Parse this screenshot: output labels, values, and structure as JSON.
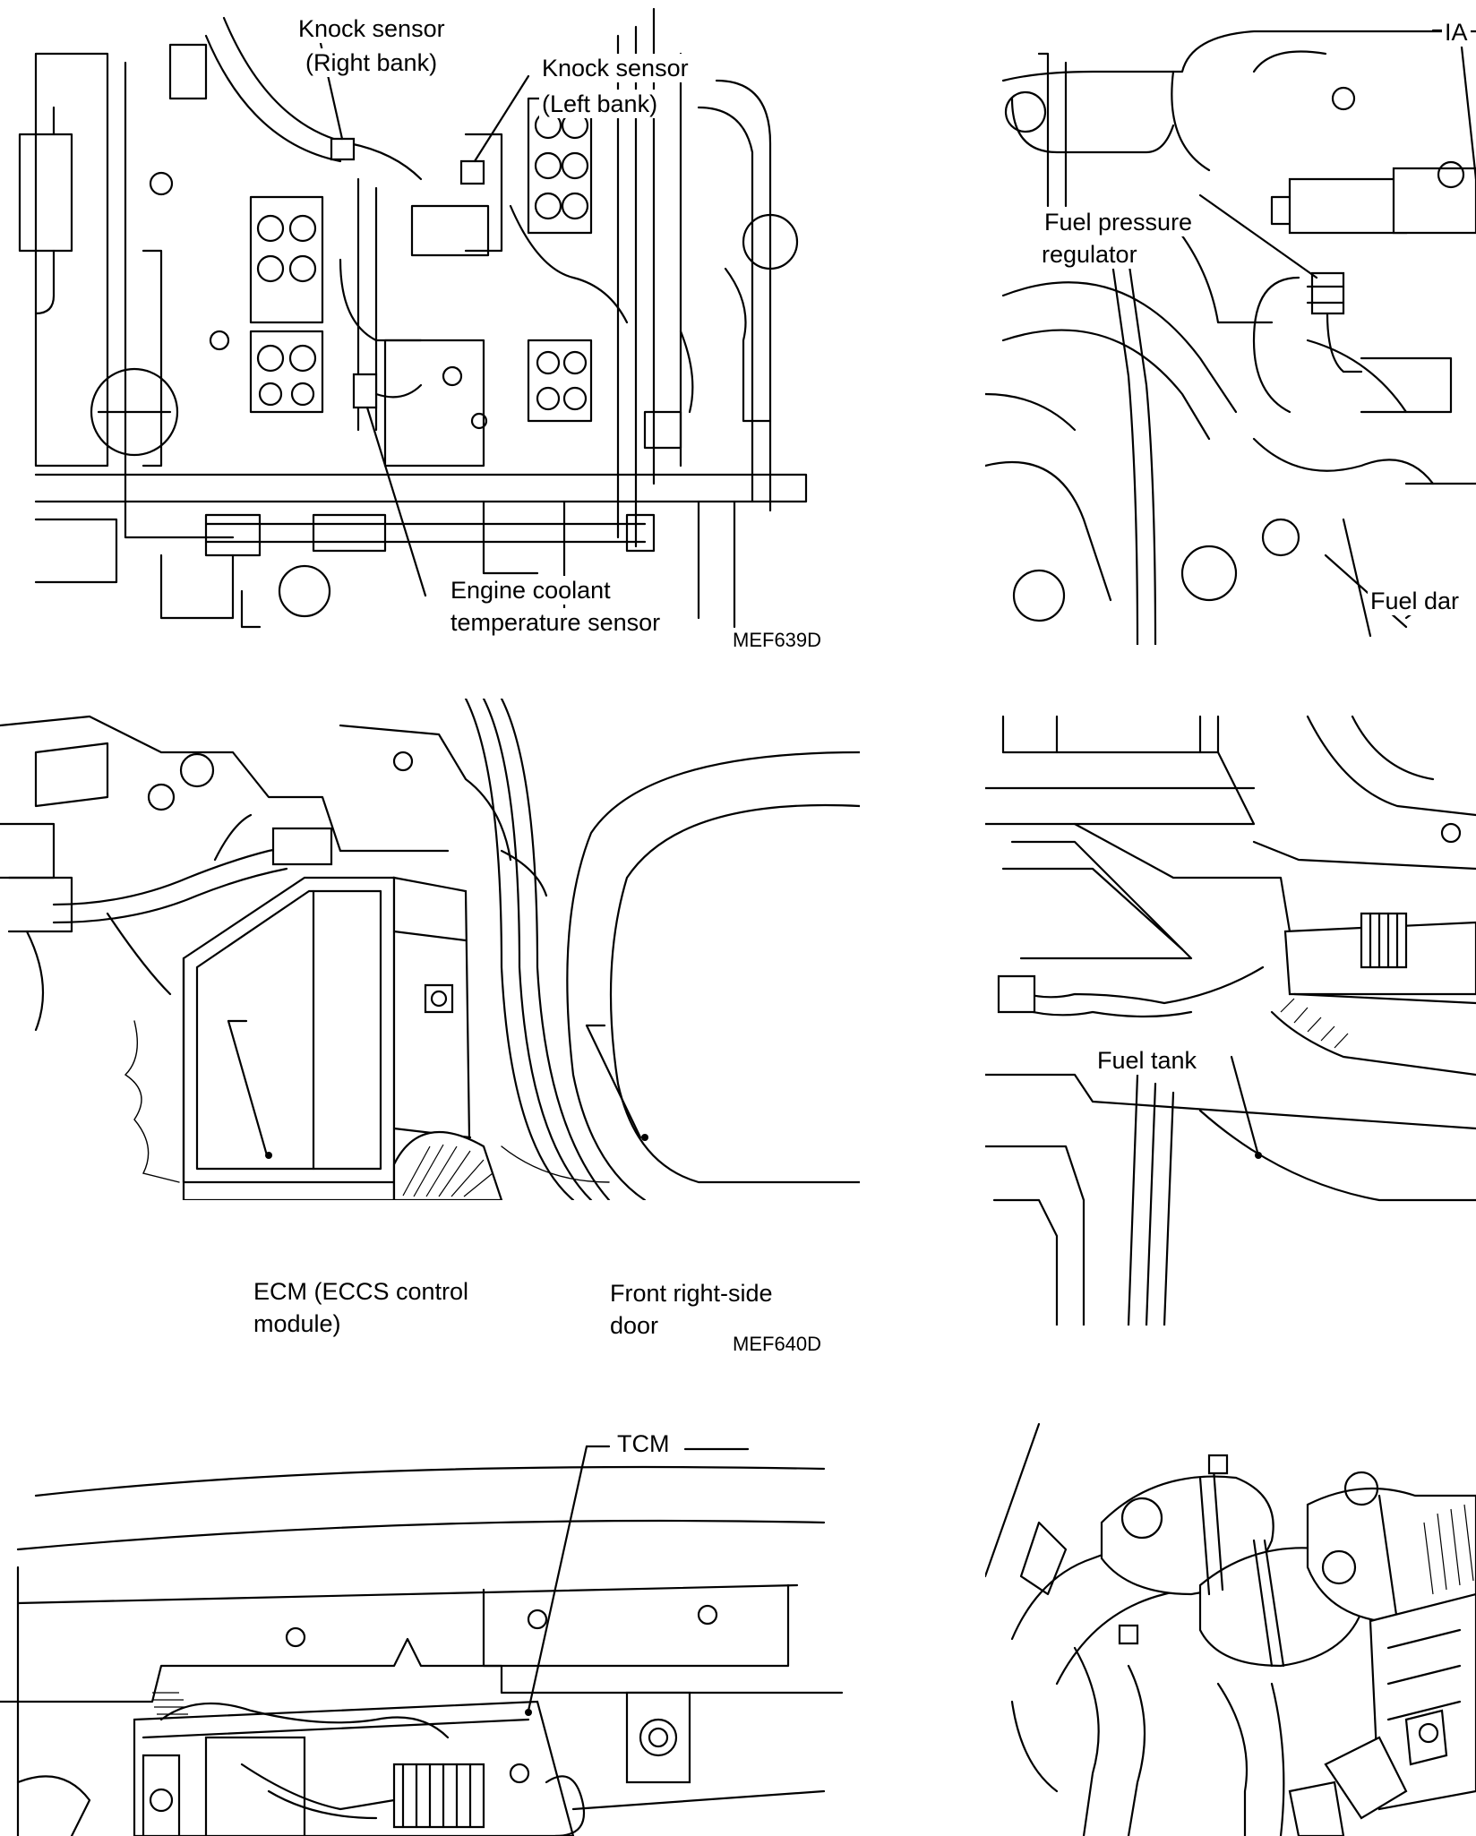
{
  "diagrams": {
    "engine_sensors": {
      "labels": {
        "knock_right_1": "Knock sensor",
        "knock_right_2": "(Right bank)",
        "knock_left_1": "Knock sensor",
        "knock_left_2": "(Left bank)",
        "coolant_1": "Engine coolant",
        "coolant_2": "temperature sensor"
      },
      "figure_code": "MEF639D"
    },
    "fuel_pressure": {
      "labels": {
        "iac": "IA",
        "regulator_1": "Fuel pressure",
        "regulator_2": "regulator",
        "damper": "Fuel dar"
      }
    },
    "ecm_location": {
      "labels": {
        "ecm_1": "ECM (ECCS control",
        "ecm_2": "module)",
        "door_1": "Front right-side",
        "door_2": "door"
      },
      "figure_code": "MEF640D"
    },
    "fuel_tank": {
      "labels": {
        "tank": "Fuel tank"
      }
    },
    "tcm_location": {
      "labels": {
        "tcm": "TCM"
      }
    },
    "intake_manifold": {
      "labels": {}
    }
  }
}
